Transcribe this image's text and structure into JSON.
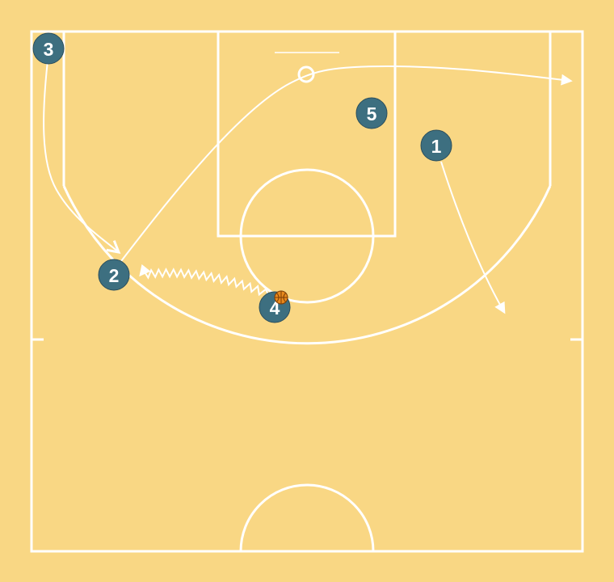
{
  "colors": {
    "court": "#f9d784",
    "lines": "#ffffff",
    "player": "#3d6f80",
    "ball": "#e8891c"
  },
  "players": [
    {
      "label": "1"
    },
    {
      "label": "2"
    },
    {
      "label": "3"
    },
    {
      "label": "4",
      "has_ball": true
    },
    {
      "label": "5"
    }
  ],
  "actions": [
    {
      "type": "cut",
      "from": "3",
      "to": "2"
    },
    {
      "type": "cut",
      "from": "2",
      "to": "right-corner"
    },
    {
      "type": "cut",
      "from": "1",
      "to": "right-wing"
    },
    {
      "type": "dribble",
      "from": "4",
      "to": "2"
    }
  ]
}
